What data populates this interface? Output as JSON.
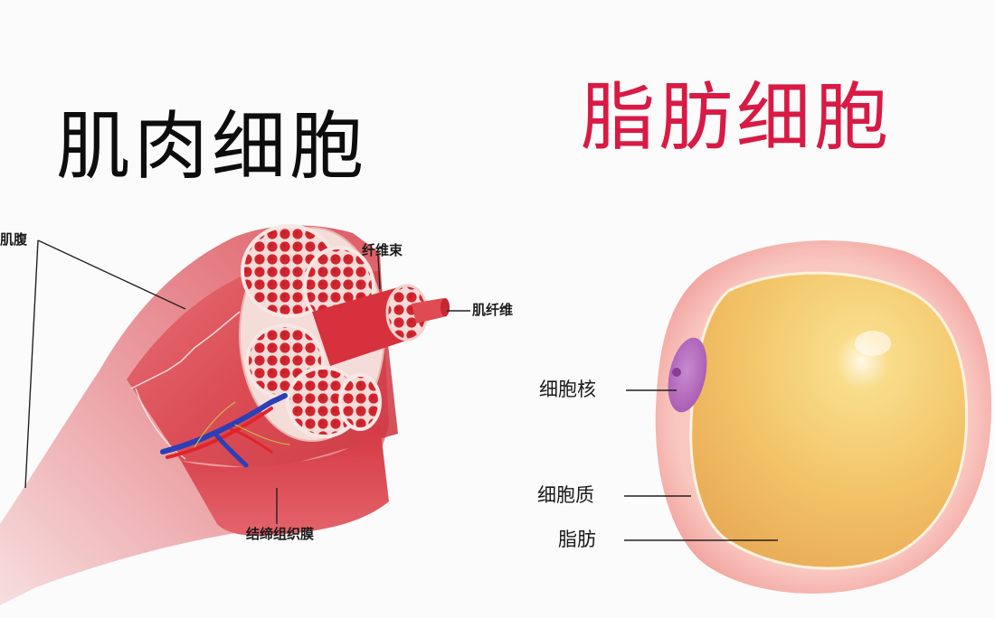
{
  "colors": {
    "background": "#fbfbfb",
    "muscle_title": "#0d0d0d",
    "fat_title": "#d81a44",
    "muscle_red": "#d7333f",
    "muscle_light": "#eea0a4",
    "fat_cytoplasm": "#f6b4ae",
    "fat_droplet": "#f2c05e",
    "nucleus": "#b96cc0",
    "vein_blue": "#2a3fb8",
    "artery_red": "#e0242a",
    "leader_line": "#222222"
  },
  "muscle_panel": {
    "title": "肌肉细胞",
    "labels": {
      "muscle_belly": "肌腹",
      "fascicle": "纤维束",
      "muscle_fiber": "肌纤维",
      "connective_membrane": "结缔组织膜"
    }
  },
  "fat_panel": {
    "title": "脂肪细胞",
    "labels": {
      "nucleus": "细胞核",
      "cytoplasm": "细胞质",
      "fat": "脂肪"
    }
  }
}
